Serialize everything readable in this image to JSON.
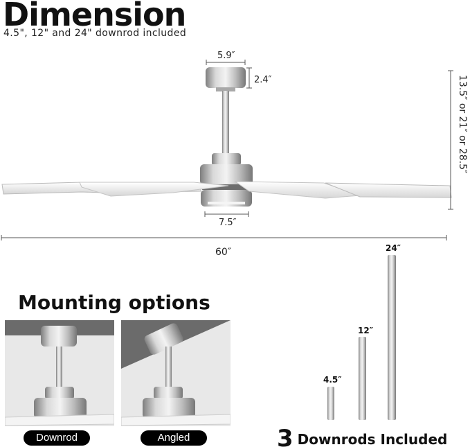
{
  "header": {
    "title": "Dimension",
    "subtitle": "4.5\", 12\" and 24\" downrod included"
  },
  "dimensions": {
    "canopy_width": "5.9″",
    "canopy_height": "2.4″",
    "total_height": "13.5″ or 21″ or 28.5″",
    "motor_width": "7.5″",
    "blade_span": "60″"
  },
  "mounting": {
    "title": "Mounting options",
    "options": [
      {
        "label": "Downrod"
      },
      {
        "label": "Angled"
      }
    ]
  },
  "downrods": {
    "items": [
      {
        "label": "4.5″"
      },
      {
        "label": "12″"
      },
      {
        "label": "24″"
      }
    ],
    "count": "3",
    "caption": "Downrods Included"
  },
  "colors": {
    "metal_light": "#dcdcdc",
    "metal_dark": "#8f8f8f",
    "blade": "#f2f2f2",
    "pill_bg": "#000000"
  }
}
